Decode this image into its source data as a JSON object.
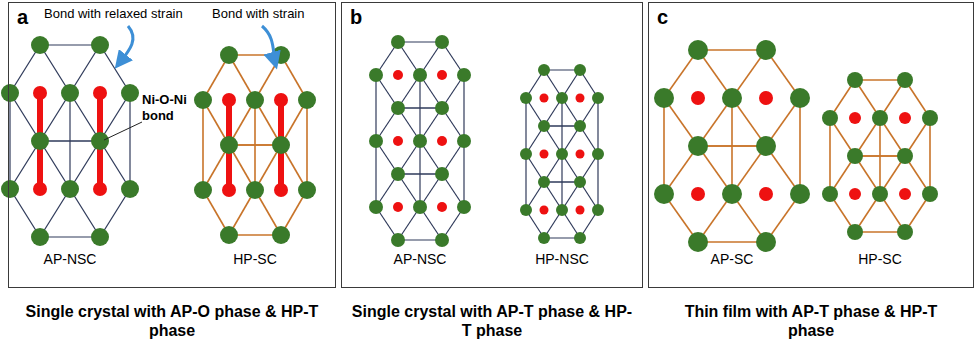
{
  "diagram": {
    "nodes": [
      {
        "text": [
          "a"
        ]
      },
      {
        "text": [
          "b"
        ]
      },
      {
        "text": [
          "c"
        ]
      }
    ],
    "labels": [
      "Bond with relaxed strain",
      "Bond with strain",
      "Ni-O-Ni bond",
      "AP-NSC",
      "HP-SC",
      "AP-NSC",
      "HP-NSC",
      "AP-SC",
      "HP-SC",
      "Single crystal with AP-O phase & HP-T phase",
      "Single crystal with AP-T phase & HP-T phase",
      "Thin film with AP-T phase & HP-T phase"
    ]
  }
}
